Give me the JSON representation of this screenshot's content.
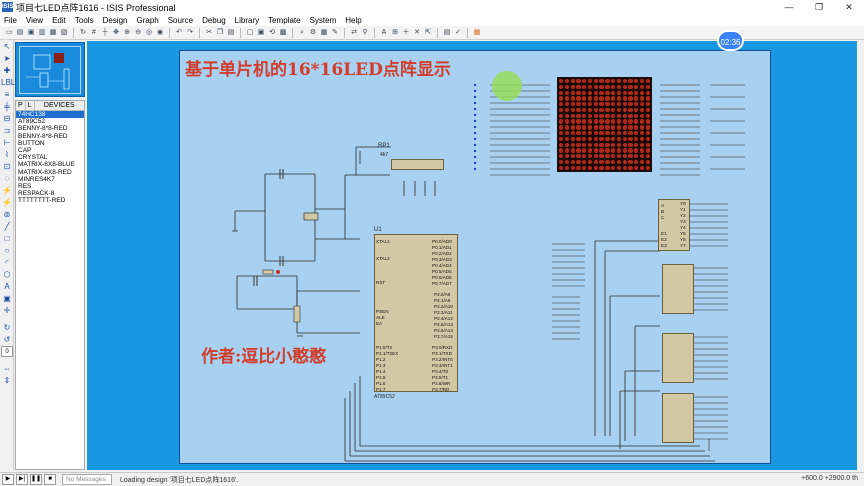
{
  "window": {
    "title": "项目七LED点阵1616 - ISIS Professional",
    "app_icon_text": "ISIS"
  },
  "window_controls": {
    "minimize": "—",
    "maximize": "❐",
    "close": "✕"
  },
  "menu": [
    "File",
    "View",
    "Edit",
    "Tools",
    "Design",
    "Graph",
    "Source",
    "Debug",
    "Library",
    "Template",
    "System",
    "Help"
  ],
  "devices_panel": {
    "tab_p": "P",
    "tab_l": "L",
    "title": "DEVICES",
    "items": [
      "74HC138",
      "AT89C52",
      "BENNY-8*8-RED",
      "BENNY-8*8-RED",
      "BUTTON",
      "CAP",
      "CRYSTAL",
      "MATRIX-8X8-BLUE",
      "MATRIX-8X8-RED",
      "MINRES4K7",
      "RES",
      "RESPACK-8",
      "TTTTTTTT-RED"
    ],
    "selected_index": 0
  },
  "schematic": {
    "title": "基于单片机的16*16LED点阵显示",
    "author": "作者:逗比小憨憨",
    "rp1_label": "RP1",
    "rp1_value": "4k7",
    "u1_label": "U1",
    "u1_part": "AT89C52",
    "mcu_left_pins": [
      "XTAL1",
      "XTAL2",
      "RST",
      "PSEN",
      "ALE",
      "EA"
    ],
    "mcu_right_pins_p0": [
      "P0.0/AD0",
      "P0.1/AD1",
      "P0.2/AD2",
      "P0.3/AD3",
      "P0.4/AD4",
      "P0.5/AD5",
      "P0.6/AD6",
      "P0.7/AD7"
    ],
    "mcu_right_pins_p2": [
      "P2.0/A8",
      "P2.1/A9",
      "P2.2/A10",
      "P2.3/A11",
      "P2.4/A12",
      "P2.5/A13",
      "P2.6/A14",
      "P2.7/A15"
    ],
    "mcu_left_pins_p1": [
      "P1.0/T2",
      "P1.1/T2EX",
      "P1.2",
      "P1.3",
      "P1.4",
      "P1.5",
      "P1.6",
      "P1.7"
    ],
    "mcu_right_pins_p3": [
      "P3.0/RXD",
      "P3.1/TXD",
      "P3.2/INT0",
      "P3.3/INT1",
      "P3.4/T0",
      "P3.5/T1",
      "P3.6/WR",
      "P3.7/RD"
    ],
    "decoder_inputs": [
      "A",
      "B",
      "C",
      "E1",
      "E2",
      "E3"
    ],
    "decoder_outputs": [
      "Y0",
      "Y1",
      "Y2",
      "Y3",
      "Y4",
      "Y5",
      "Y6",
      "Y7"
    ],
    "matrix_rows": 16,
    "matrix_cols": 16,
    "led_color": "#b0281a"
  },
  "overlay": {
    "timer": "02:36"
  },
  "statusbar": {
    "messages": "No Messages",
    "status": "Loading design '项目七LED点阵1616'.",
    "x_coord": "+600.0",
    "y_coord": "+2900.0",
    "unit": "th"
  }
}
